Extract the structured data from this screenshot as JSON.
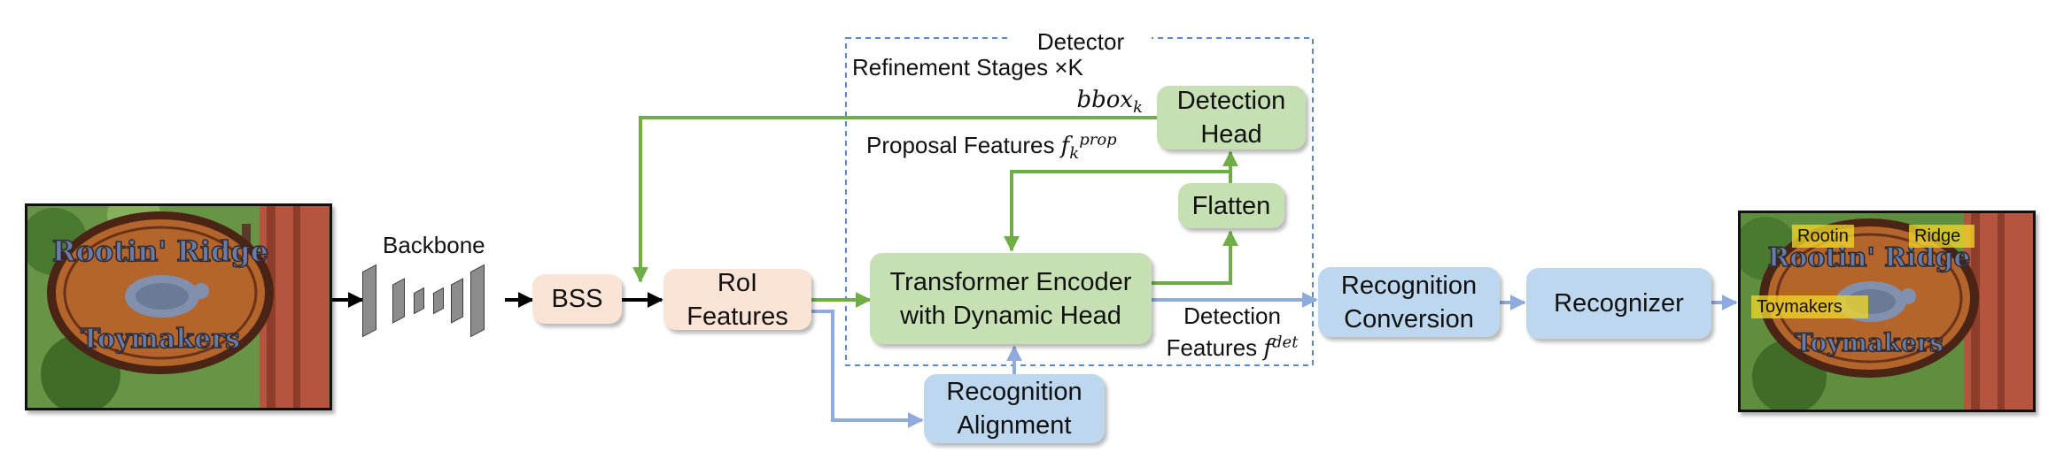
{
  "detector": {
    "title": "Detector",
    "stages": "Refinement Stages ×K"
  },
  "nodes": {
    "bss": "BSS",
    "roi_line1": "RoI",
    "roi_line2": "Features",
    "transformer_line1": "Transformer Encoder",
    "transformer_line2": "with Dynamic Head",
    "detection_head_line1": "Detection",
    "detection_head_line2": "Head",
    "flatten": "Flatten",
    "rec_alignment_line1": "Recognition",
    "rec_alignment_line2": "Alignment",
    "rec_conversion_line1": "Recognition",
    "rec_conversion_line2": "Conversion",
    "recognizer": "Recognizer"
  },
  "labels": {
    "backbone": "Backbone",
    "bbox_base": "bbox",
    "bbox_sub": "k",
    "proposal_prefix": "Proposal Features ",
    "proposal_base": "f",
    "proposal_sub": "k",
    "proposal_sup": "prop",
    "detection_features_line1": "Detection",
    "detection_features_prefix": "Features ",
    "detection_features_base": "f",
    "detection_features_sup": "det"
  },
  "input_image": {
    "sign_line1": "Rootin' Ridge",
    "sign_line2": "Toymakers"
  },
  "output_image": {
    "sign_line1": "Rootin' Ridge",
    "sign_line2": "Toymakers",
    "detections": [
      "Rootin",
      "Ridge",
      "Toymakers"
    ]
  },
  "colors": {
    "green_node": "#c6e0b4",
    "peach_node": "#fbe3d6",
    "blue_node": "#bdd7ee",
    "green_arrow": "#70ad47",
    "blue_arrow": "#8faadc",
    "black_arrow": "#000000",
    "detector_border": "#5b8ac8",
    "detection_highlight": "#f0d628"
  }
}
